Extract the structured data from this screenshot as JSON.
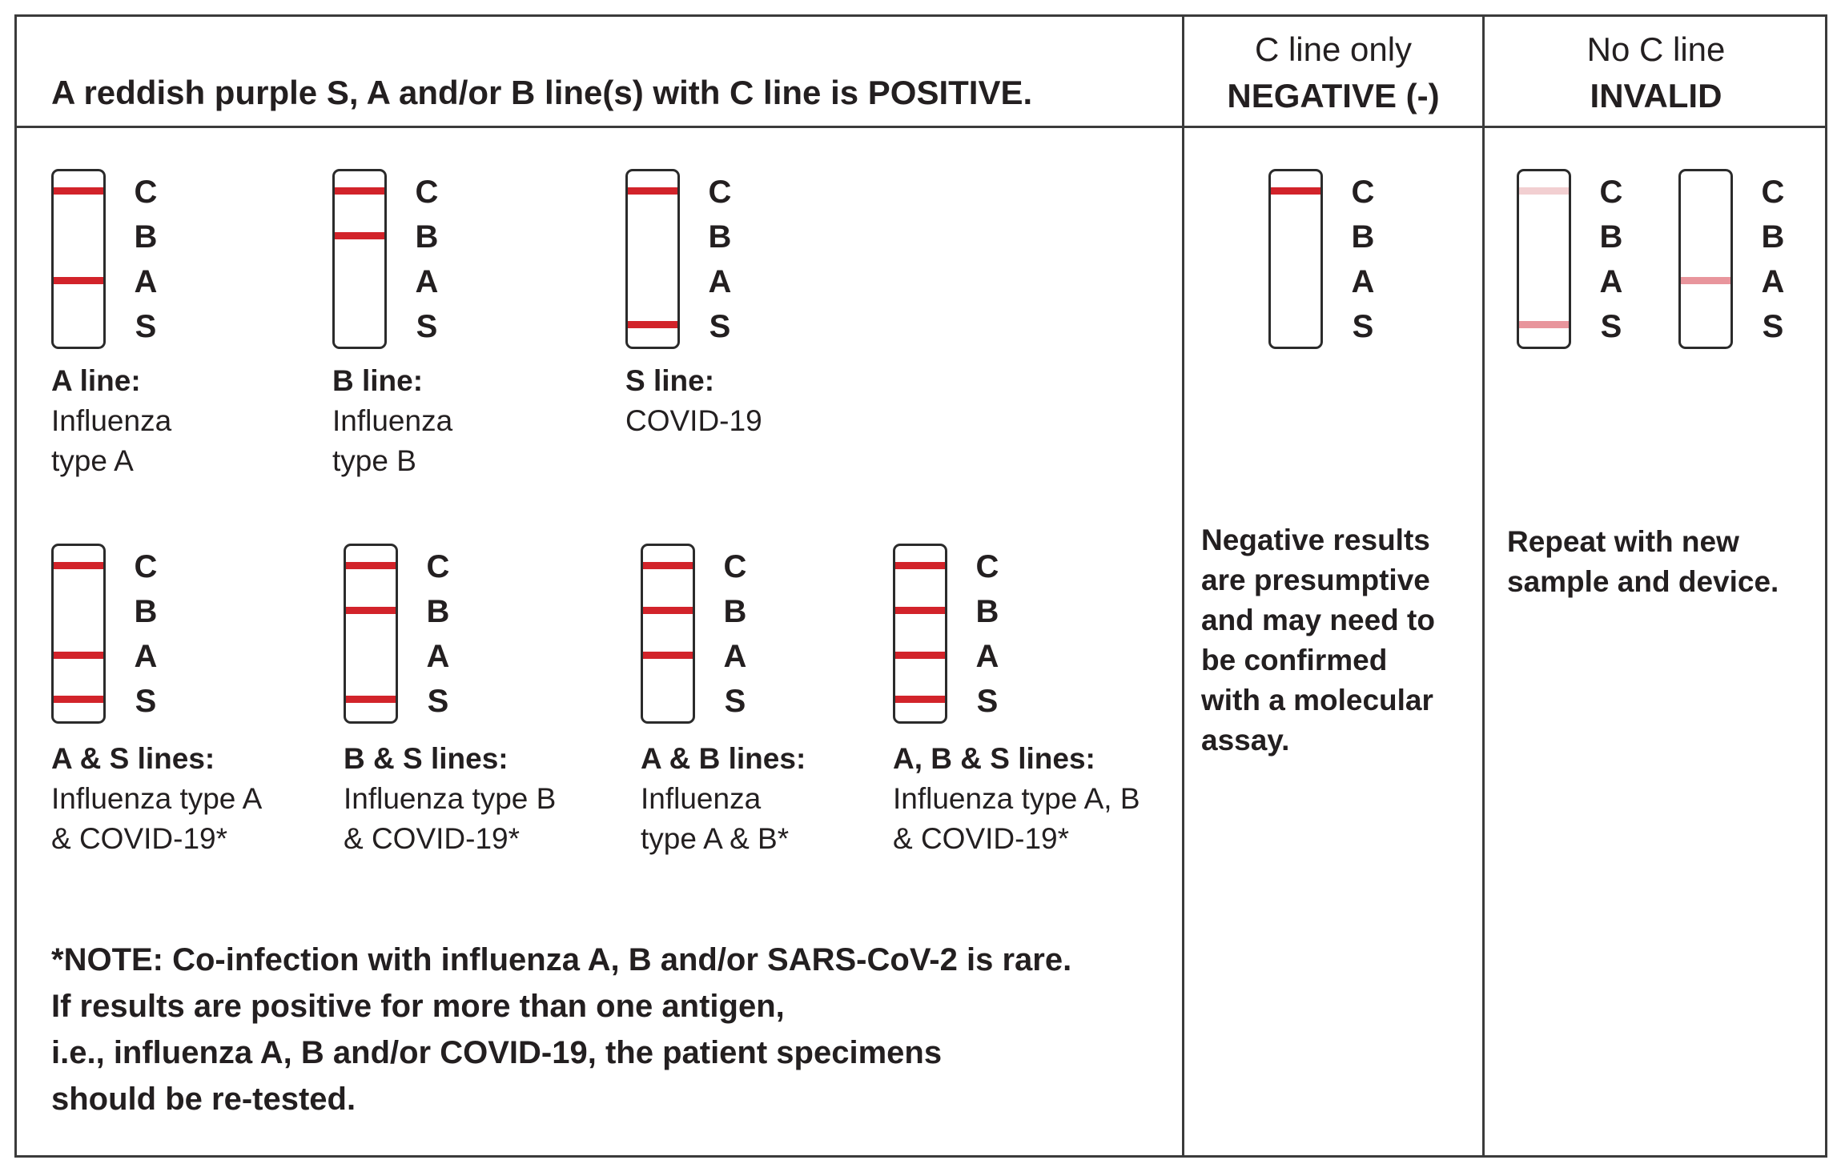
{
  "colors": {
    "line": "#d2232a",
    "faint_line": "#f2cfd1",
    "medium_line": "#e8959c",
    "border": "#3b3b3b",
    "text": "#231f20"
  },
  "positive_header": "A reddish purple S, A and/or B line(s) with C line is POSITIVE.",
  "negative_header": {
    "line1": "C line only",
    "line2": "NEGATIVE (-)"
  },
  "invalid_header": {
    "line1": "No C line",
    "line2": "INVALID"
  },
  "strip_letters": [
    "C",
    "B",
    "A",
    "S"
  ],
  "positive_results": [
    {
      "title": "A line:",
      "lines": [
        "Influenza",
        "type A"
      ],
      "bands": [
        "C",
        "A"
      ]
    },
    {
      "title": "B line:",
      "lines": [
        "Influenza",
        "type B"
      ],
      "bands": [
        "C",
        "B"
      ]
    },
    {
      "title": "S line:",
      "lines": [
        "COVID-19"
      ],
      "bands": [
        "C",
        "S"
      ]
    },
    {
      "title": "A & S lines:",
      "lines": [
        "Influenza type A",
        "& COVID-19*"
      ],
      "bands": [
        "C",
        "A",
        "S"
      ]
    },
    {
      "title": "B & S lines:",
      "lines": [
        "Influenza type B",
        "& COVID-19*"
      ],
      "bands": [
        "C",
        "B",
        "S"
      ]
    },
    {
      "title": "A & B lines:",
      "lines": [
        "Influenza",
        "type A & B*"
      ],
      "bands": [
        "C",
        "B",
        "A"
      ]
    },
    {
      "title": "A, B & S lines:",
      "lines": [
        "Influenza type A, B",
        "& COVID-19*"
      ],
      "bands": [
        "C",
        "B",
        "A",
        "S"
      ]
    }
  ],
  "negative_text": [
    "Negative results",
    "are presumptive",
    "and may need to",
    "be confirmed",
    "with a molecular",
    "assay."
  ],
  "invalid_text": [
    "Repeat with new",
    "sample and device."
  ],
  "note": [
    "*NOTE: Co-infection with influenza A, B and/or SARS-CoV-2 is rare.",
    "If results are positive for more than one antigen,",
    "i.e., influenza A, B and/or COVID-19, the patient specimens",
    "should be re-tested."
  ]
}
